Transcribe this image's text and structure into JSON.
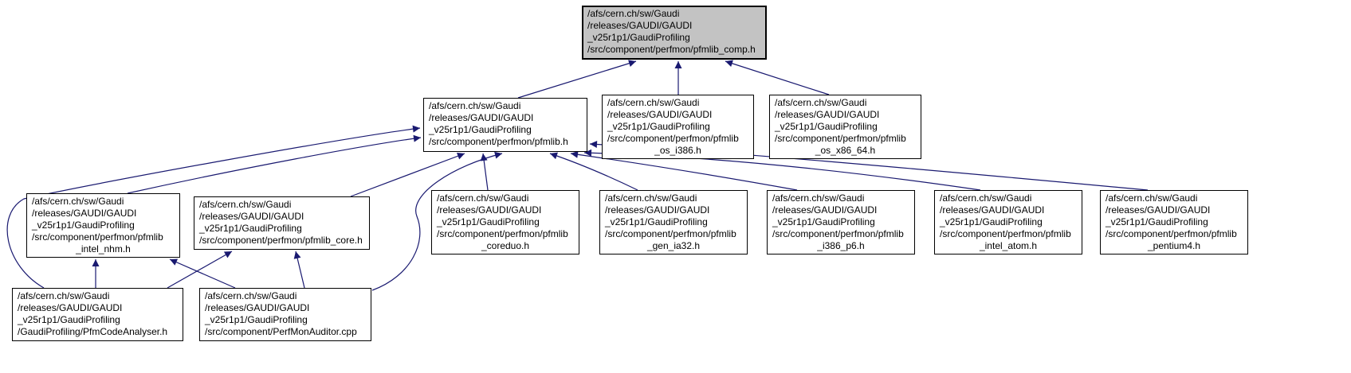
{
  "diagram": {
    "type": "include-dependency-graph",
    "colors": {
      "edge": "#191970",
      "node_border": "#000000",
      "node_fill": "#ffffff",
      "highlight_fill": "#c3c3c3",
      "background": "#ffffff"
    },
    "nodes": [
      {
        "id": "pfmlib_comp",
        "highlighted": true,
        "lines": [
          "/afs/cern.ch/sw/Gaudi",
          "/releases/GAUDI/GAUDI",
          "_v25r1p1/GaudiProfiling",
          "/src/component/perfmon/pfmlib_comp.h"
        ]
      },
      {
        "id": "pfmlib",
        "highlighted": false,
        "lines": [
          "/afs/cern.ch/sw/Gaudi",
          "/releases/GAUDI/GAUDI",
          "_v25r1p1/GaudiProfiling",
          "/src/component/perfmon/pfmlib.h"
        ]
      },
      {
        "id": "pfmlib_os_i386",
        "highlighted": false,
        "lines": [
          "/afs/cern.ch/sw/Gaudi",
          "/releases/GAUDI/GAUDI",
          "_v25r1p1/GaudiProfiling",
          "/src/component/perfmon/pfmlib",
          "_os_i386.h"
        ]
      },
      {
        "id": "pfmlib_os_x86_64",
        "highlighted": false,
        "lines": [
          "/afs/cern.ch/sw/Gaudi",
          "/releases/GAUDI/GAUDI",
          "_v25r1p1/GaudiProfiling",
          "/src/component/perfmon/pfmlib",
          "_os_x86_64.h"
        ]
      },
      {
        "id": "pfmlib_intel_nhm",
        "highlighted": false,
        "lines": [
          "/afs/cern.ch/sw/Gaudi",
          "/releases/GAUDI/GAUDI",
          "_v25r1p1/GaudiProfiling",
          "/src/component/perfmon/pfmlib",
          "_intel_nhm.h"
        ]
      },
      {
        "id": "pfmlib_core",
        "highlighted": false,
        "lines": [
          "/afs/cern.ch/sw/Gaudi",
          "/releases/GAUDI/GAUDI",
          "_v25r1p1/GaudiProfiling",
          "/src/component/perfmon/pfmlib_core.h"
        ]
      },
      {
        "id": "pfmlib_coreduo",
        "highlighted": false,
        "lines": [
          "/afs/cern.ch/sw/Gaudi",
          "/releases/GAUDI/GAUDI",
          "_v25r1p1/GaudiProfiling",
          "/src/component/perfmon/pfmlib",
          "_coreduo.h"
        ]
      },
      {
        "id": "pfmlib_gen_ia32",
        "highlighted": false,
        "lines": [
          "/afs/cern.ch/sw/Gaudi",
          "/releases/GAUDI/GAUDI",
          "_v25r1p1/GaudiProfiling",
          "/src/component/perfmon/pfmlib",
          "_gen_ia32.h"
        ]
      },
      {
        "id": "pfmlib_i386_p6",
        "highlighted": false,
        "lines": [
          "/afs/cern.ch/sw/Gaudi",
          "/releases/GAUDI/GAUDI",
          "_v25r1p1/GaudiProfiling",
          "/src/component/perfmon/pfmlib",
          "_i386_p6.h"
        ]
      },
      {
        "id": "pfmlib_intel_atom",
        "highlighted": false,
        "lines": [
          "/afs/cern.ch/sw/Gaudi",
          "/releases/GAUDI/GAUDI",
          "_v25r1p1/GaudiProfiling",
          "/src/component/perfmon/pfmlib",
          "_intel_atom.h"
        ]
      },
      {
        "id": "pfmlib_pentium4",
        "highlighted": false,
        "lines": [
          "/afs/cern.ch/sw/Gaudi",
          "/releases/GAUDI/GAUDI",
          "_v25r1p1/GaudiProfiling",
          "/src/component/perfmon/pfmlib",
          "_pentium4.h"
        ]
      },
      {
        "id": "pfm_code_analyser",
        "highlighted": false,
        "lines": [
          "/afs/cern.ch/sw/Gaudi",
          "/releases/GAUDI/GAUDI",
          "_v25r1p1/GaudiProfiling",
          "/GaudiProfiling/PfmCodeAnalyser.h"
        ]
      },
      {
        "id": "perf_mon_auditor",
        "highlighted": false,
        "lines": [
          "/afs/cern.ch/sw/Gaudi",
          "/releases/GAUDI/GAUDI",
          "_v25r1p1/GaudiProfiling",
          "/src/component/PerfMonAuditor.cpp"
        ]
      }
    ],
    "edges": [
      {
        "from": "pfmlib",
        "to": "pfmlib_comp"
      },
      {
        "from": "pfmlib_os_i386",
        "to": "pfmlib_comp"
      },
      {
        "from": "pfmlib_os_x86_64",
        "to": "pfmlib_comp"
      },
      {
        "from": "pfmlib_intel_nhm",
        "to": "pfmlib"
      },
      {
        "from": "pfmlib_core",
        "to": "pfmlib"
      },
      {
        "from": "pfmlib_coreduo",
        "to": "pfmlib"
      },
      {
        "from": "pfmlib_gen_ia32",
        "to": "pfmlib"
      },
      {
        "from": "pfmlib_i386_p6",
        "to": "pfmlib"
      },
      {
        "from": "pfmlib_intel_atom",
        "to": "pfmlib"
      },
      {
        "from": "pfmlib_pentium4",
        "to": "pfmlib"
      },
      {
        "from": "pfm_code_analyser",
        "to": "pfmlib"
      },
      {
        "from": "perf_mon_auditor",
        "to": "pfmlib"
      },
      {
        "from": "pfm_code_analyser",
        "to": "pfmlib_intel_nhm"
      },
      {
        "from": "perf_mon_auditor",
        "to": "pfmlib_intel_nhm"
      },
      {
        "from": "pfm_code_analyser",
        "to": "pfmlib_core"
      },
      {
        "from": "perf_mon_auditor",
        "to": "pfmlib_core"
      }
    ]
  }
}
